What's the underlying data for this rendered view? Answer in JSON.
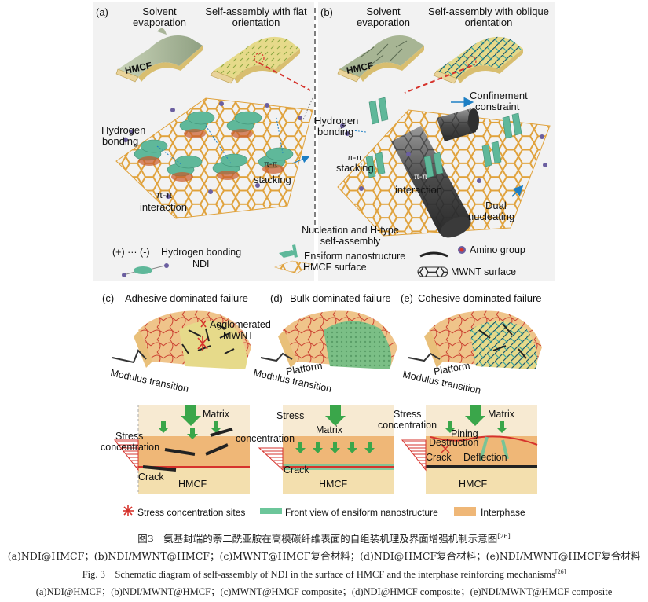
{
  "panels": {
    "a": {
      "tag": "(a)",
      "solvent": [
        "Solvent",
        "evaporation"
      ],
      "selfassembly": [
        "Self-assembly with flat",
        "orientation"
      ],
      "hmcf": "HMCF",
      "hydrogen": [
        "Hydrogen",
        "bonding"
      ],
      "pipi": "π-π",
      "stacking": "stacking",
      "pipi2": "π-π",
      "interaction": "interaction"
    },
    "b": {
      "tag": "(b)",
      "solvent": [
        "Solvent",
        "evaporation"
      ],
      "selfassembly": [
        "Self-assembly with oblique",
        "orientation"
      ],
      "hmcf": "HMCF",
      "confinement": [
        "Confinement",
        "constraint"
      ],
      "hydrogen": [
        "Hydrogen",
        "bonding"
      ],
      "pipi": "π-π",
      "stacking": "stacking",
      "pipi2": "π-π",
      "interaction": "interaction",
      "dual": [
        "Dual",
        "nucleating"
      ]
    },
    "legend_top": {
      "nucleation": [
        "Nucleation and H-type",
        "self-assembly"
      ],
      "plusminus": "(+) ··· (-)",
      "hbond": "Hydrogen bonding",
      "ndi": "NDI",
      "ensiform": "Ensiform nanostructure",
      "hmcf_surface": "HMCF surface",
      "amino": "Amino group",
      "mwnt_surface": "MWNT surface"
    },
    "c": {
      "tag": "(c)",
      "title": "Adhesive dominated failure",
      "agglomerated": [
        "Agglomerated",
        "MWNT"
      ],
      "modulus": "Modulus transition",
      "matrix": "Matrix",
      "stress": [
        "Stress",
        "concentration"
      ],
      "crack": "Crack",
      "hmcf": "HMCF"
    },
    "d": {
      "tag": "(d)",
      "title": "Bulk dominated failure",
      "platform": "Platform",
      "modulus": "Modulus transition",
      "stress": [
        "Stress",
        "concentration"
      ],
      "matrix": "Matrix",
      "crack": "Crack",
      "hmcf": "HMCF"
    },
    "e": {
      "tag": "(e)",
      "title": "Cohesive dominated failure",
      "platform": "Platform",
      "modulus": "Modulus transition",
      "stress": [
        "Stress",
        "concentration"
      ],
      "matrix": "Matrix",
      "pining": "Pining",
      "destruction": "Destruction",
      "crack": "Crack",
      "deflection": "Deflection",
      "hmcf": "HMCF"
    },
    "legend_bottom": {
      "stress_sites": "Stress concentration sites",
      "front_view": "Front view of ensiform nanostructure",
      "interphase": "Interphase"
    },
    "colors": {
      "hmcf": "#e9d39a",
      "graphene": "#e0a23c",
      "ndi": "#5fb89a",
      "interphase": "#efb777",
      "matrix": "#f7ead2",
      "arrow": "#3aa64a",
      "red": "#d6332c",
      "mwnt": "#5a5a5a"
    },
    "caption": {
      "zh_title": "图3　氨基封端的萘二酰亚胺在高模碳纤维表面的自组装机理及界面增强机制示意图",
      "zh_ref": "[26]",
      "zh_sub": "(a)NDI@HMCF；(b)NDI/MWNT@HMCF；(c)MWNT@HMCF复合材料；(d)NDI@HMCF复合材料；(e)NDI/MWNT@HMCF复合材料",
      "en_title": "Fig. 3　Schematic diagram of self-assembly of NDI in the surface of HMCF and the interphase reinforcing mechanisms",
      "en_ref": "[26]",
      "en_sub": "(a)NDI@HMCF；(b)NDI/MWNT@HMCF；(c)MWNT@HMCF composite；(d)NDI@HMCF composite；(e)NDI/MWNT@HMCF composite"
    }
  }
}
